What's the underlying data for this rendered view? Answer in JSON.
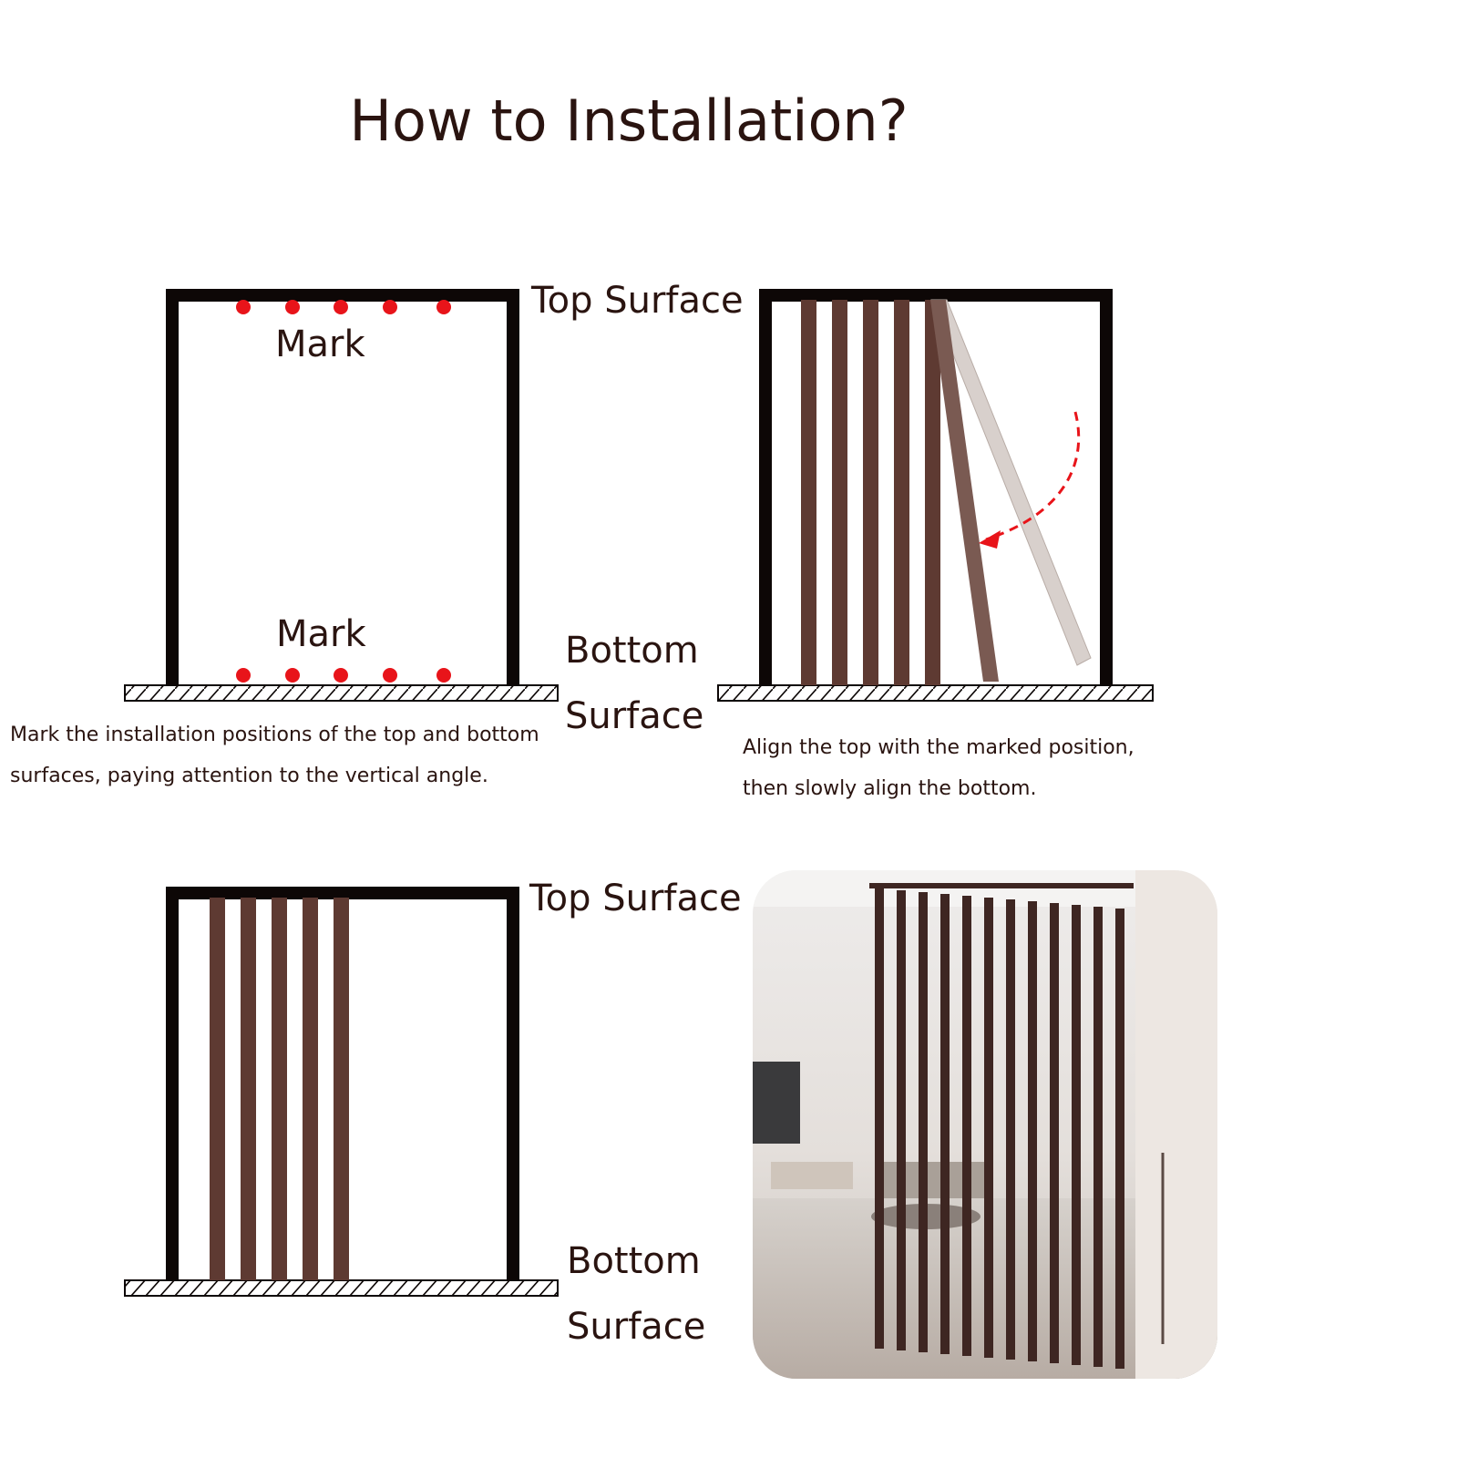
{
  "title": "How to Installation?",
  "step1": {
    "top_label": "Top Surface",
    "top_mark_label": "Mark",
    "bottom_mark_label": "Mark",
    "bottom_label_line1": "Bottom",
    "bottom_label_line2": "Surface",
    "caption_line1": "Mark the installation positions of the top and bottom",
    "caption_line2": "surfaces, paying attention to the vertical angle."
  },
  "step2": {
    "caption_line1": "Align the top with the marked position,",
    "caption_line2": "then slowly align the bottom."
  },
  "step3": {
    "top_label": "Top Surface",
    "bottom_label_line1": "Bottom",
    "bottom_label_line2": "Surface"
  },
  "photo": {
    "subject": "room-divider-slats-photo"
  },
  "colors": {
    "frame": "#0d0706",
    "slat": "#5e3a32",
    "slat_tilted": "#7a5a52",
    "slat_ghost": "#d8d0cc",
    "mark_dot": "#e8141a",
    "arrow": "#e8141a",
    "text": "#2a1410"
  }
}
